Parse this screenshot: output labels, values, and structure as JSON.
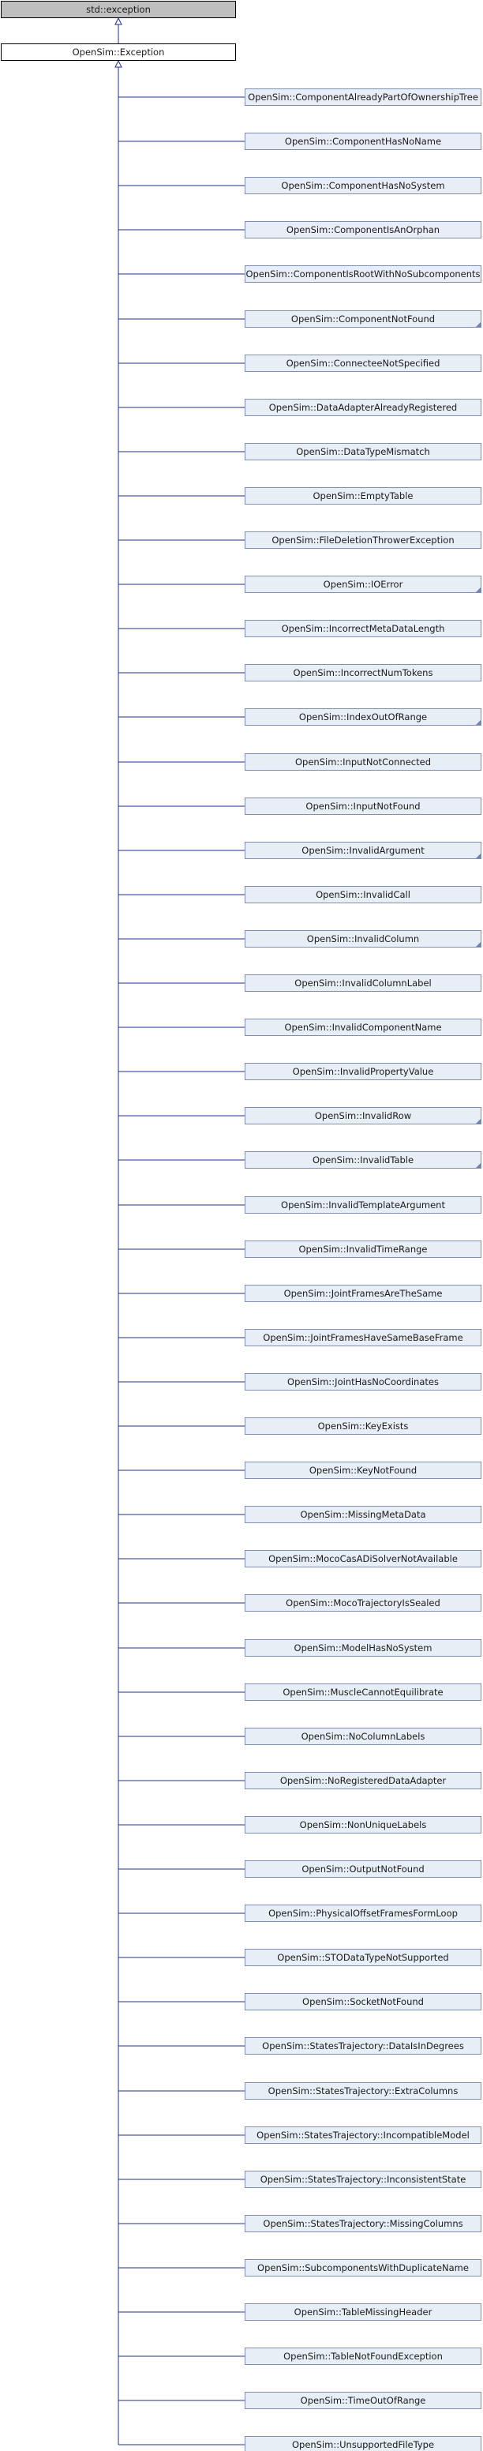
{
  "root": {
    "label": "std::exception"
  },
  "base": {
    "label": "OpenSim::Exception"
  },
  "colors": {
    "edge": "#1f2f8f",
    "root_fill": "#bfbfbf",
    "child_fill": "#e8eef6",
    "corner": "#6b85b8"
  },
  "children": [
    {
      "label": "OpenSim::ComponentAlreadyPartOfOwnershipTree",
      "has_more": false
    },
    {
      "label": "OpenSim::ComponentHasNoName",
      "has_more": false
    },
    {
      "label": "OpenSim::ComponentHasNoSystem",
      "has_more": false
    },
    {
      "label": "OpenSim::ComponentIsAnOrphan",
      "has_more": false
    },
    {
      "label": "OpenSim::ComponentIsRootWithNoSubcomponents",
      "has_more": false
    },
    {
      "label": "OpenSim::ComponentNotFound",
      "has_more": true
    },
    {
      "label": "OpenSim::ConnecteeNotSpecified",
      "has_more": false
    },
    {
      "label": "OpenSim::DataAdapterAlreadyRegistered",
      "has_more": false
    },
    {
      "label": "OpenSim::DataTypeMismatch",
      "has_more": false
    },
    {
      "label": "OpenSim::EmptyTable",
      "has_more": false
    },
    {
      "label": "OpenSim::FileDeletionThrowerException",
      "has_more": false
    },
    {
      "label": "OpenSim::IOError",
      "has_more": true
    },
    {
      "label": "OpenSim::IncorrectMetaDataLength",
      "has_more": false
    },
    {
      "label": "OpenSim::IncorrectNumTokens",
      "has_more": false
    },
    {
      "label": "OpenSim::IndexOutOfRange",
      "has_more": true
    },
    {
      "label": "OpenSim::InputNotConnected",
      "has_more": false
    },
    {
      "label": "OpenSim::InputNotFound",
      "has_more": false
    },
    {
      "label": "OpenSim::InvalidArgument",
      "has_more": true
    },
    {
      "label": "OpenSim::InvalidCall",
      "has_more": false
    },
    {
      "label": "OpenSim::InvalidColumn",
      "has_more": true
    },
    {
      "label": "OpenSim::InvalidColumnLabel",
      "has_more": false
    },
    {
      "label": "OpenSim::InvalidComponentName",
      "has_more": false
    },
    {
      "label": "OpenSim::InvalidPropertyValue",
      "has_more": false
    },
    {
      "label": "OpenSim::InvalidRow",
      "has_more": true
    },
    {
      "label": "OpenSim::InvalidTable",
      "has_more": true
    },
    {
      "label": "OpenSim::InvalidTemplateArgument",
      "has_more": false
    },
    {
      "label": "OpenSim::InvalidTimeRange",
      "has_more": false
    },
    {
      "label": "OpenSim::JointFramesAreTheSame",
      "has_more": false
    },
    {
      "label": "OpenSim::JointFramesHaveSameBaseFrame",
      "has_more": false
    },
    {
      "label": "OpenSim::JointHasNoCoordinates",
      "has_more": false
    },
    {
      "label": "OpenSim::KeyExists",
      "has_more": false
    },
    {
      "label": "OpenSim::KeyNotFound",
      "has_more": false
    },
    {
      "label": "OpenSim::MissingMetaData",
      "has_more": false
    },
    {
      "label": "OpenSim::MocoCasADiSolverNotAvailable",
      "has_more": false
    },
    {
      "label": "OpenSim::MocoTrajectoryIsSealed",
      "has_more": false
    },
    {
      "label": "OpenSim::ModelHasNoSystem",
      "has_more": false
    },
    {
      "label": "OpenSim::MuscleCannotEquilibrate",
      "has_more": false
    },
    {
      "label": "OpenSim::NoColumnLabels",
      "has_more": false
    },
    {
      "label": "OpenSim::NoRegisteredDataAdapter",
      "has_more": false
    },
    {
      "label": "OpenSim::NonUniqueLabels",
      "has_more": false
    },
    {
      "label": "OpenSim::OutputNotFound",
      "has_more": false
    },
    {
      "label": "OpenSim::PhysicalOffsetFramesFormLoop",
      "has_more": false
    },
    {
      "label": "OpenSim::STODataTypeNotSupported",
      "has_more": false
    },
    {
      "label": "OpenSim::SocketNotFound",
      "has_more": false
    },
    {
      "label": "OpenSim::StatesTrajectory::DataIsInDegrees",
      "has_more": false
    },
    {
      "label": "OpenSim::StatesTrajectory::ExtraColumns",
      "has_more": false
    },
    {
      "label": "OpenSim::StatesTrajectory::IncompatibleModel",
      "has_more": false
    },
    {
      "label": "OpenSim::StatesTrajectory::InconsistentState",
      "has_more": false
    },
    {
      "label": "OpenSim::StatesTrajectory::MissingColumns",
      "has_more": false
    },
    {
      "label": "OpenSim::SubcomponentsWithDuplicateName",
      "has_more": false
    },
    {
      "label": "OpenSim::TableMissingHeader",
      "has_more": false
    },
    {
      "label": "OpenSim::TableNotFoundException",
      "has_more": false
    },
    {
      "label": "OpenSim::TimeOutOfRange",
      "has_more": false
    },
    {
      "label": "OpenSim::UnsupportedFileType",
      "has_more": false
    }
  ]
}
